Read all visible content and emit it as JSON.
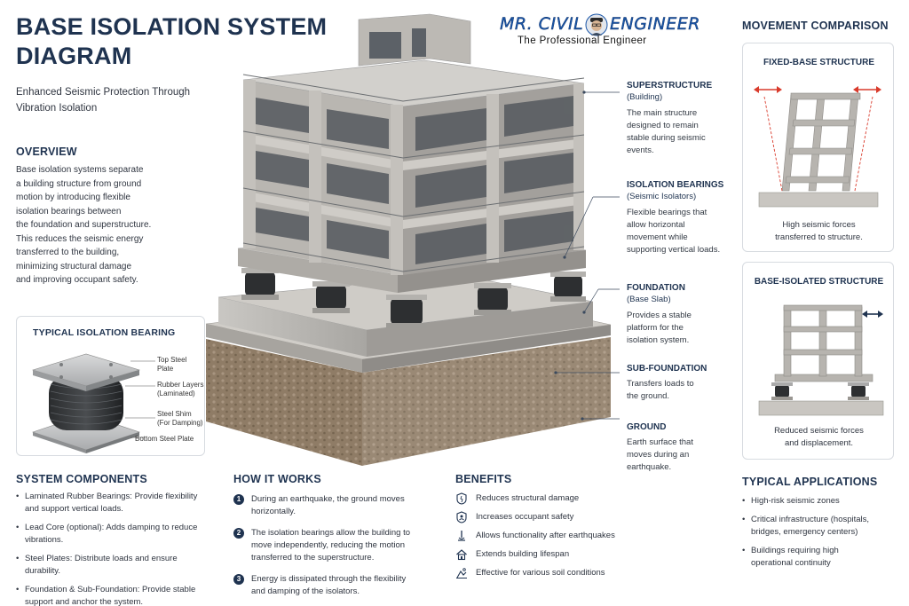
{
  "header": {
    "title_line1": "BASE ISOLATION SYSTEM",
    "title_line2": "DIAGRAM",
    "subtitle_line1": "Enhanced Seismic Protection Through",
    "subtitle_line2": "Vibration Isolation"
  },
  "brand": {
    "name": "MR. CIVIL ENGINEER",
    "name_left": "MR. CIVIL",
    "name_right": "ENGINEER",
    "tagline": "The Professional Engineer"
  },
  "overview": {
    "title": "OVERVIEW",
    "lines": [
      "Base isolation systems separate",
      "a building structure from ground",
      "motion by introducing flexible",
      "isolation bearings between",
      "the foundation and superstructure.",
      "This reduces the seismic energy",
      "transferred to the building,",
      "minimizing structural damage",
      "and improving occupant safety."
    ]
  },
  "bearing": {
    "title": "TYPICAL ISOLATION BEARING",
    "labels": {
      "top": "Top Steel Plate",
      "rubber1": "Rubber Layers",
      "rubber2": "(Laminated)",
      "shim1": "Steel Shim",
      "shim2": "(For Damping)",
      "bottom": "Bottom Steel Plate"
    }
  },
  "components": {
    "title": "SYSTEM COMPONENTS",
    "items": [
      [
        "Laminated Rubber Bearings: Provide flexibility",
        "and support vertical loads."
      ],
      [
        "Lead Core (optional): Adds damping to reduce",
        "vibrations."
      ],
      [
        "Steel Plates: Distribute loads and ensure",
        "durability."
      ],
      [
        "Foundation & Sub-Foundation: Provide stable",
        "support and anchor the system."
      ]
    ]
  },
  "how": {
    "title": "HOW IT WORKS",
    "steps": [
      [
        "1",
        "During an earthquake, the ground moves",
        "horizontally."
      ],
      [
        "2",
        "The isolation bearings allow the building to",
        "move independently, reducing the motion",
        "transferred to the superstructure."
      ],
      [
        "3",
        "Energy is dissipated through the flexibility",
        "and damping of the isolators."
      ]
    ]
  },
  "benefits": {
    "title": "BENEFITS",
    "items": [
      {
        "icon": "shield-damage-icon",
        "label": "Reduces structural damage"
      },
      {
        "icon": "safety-shield-icon",
        "label": "Increases occupant safety"
      },
      {
        "icon": "wrench-icon",
        "label": "Allows functionality after earthquakes"
      },
      {
        "icon": "house-icon",
        "label": "Extends building lifespan"
      },
      {
        "icon": "soil-icon",
        "label": "Effective for various soil conditions"
      }
    ]
  },
  "callouts": {
    "superstructure": {
      "title": "SUPERSTRUCTURE",
      "sub": "(Building)",
      "desc": [
        "The main structure",
        "designed to remain",
        "stable during seismic",
        "events."
      ]
    },
    "bearings": {
      "title": "ISOLATION BEARINGS",
      "sub": "(Seismic Isolators)",
      "desc": [
        "Flexible bearings that",
        "allow horizontal",
        "movement while",
        "supporting vertical loads."
      ]
    },
    "foundation": {
      "title": "FOUNDATION",
      "sub": "(Base Slab)",
      "desc": [
        "Provides a stable",
        "platform for the",
        "isolation system."
      ]
    },
    "subfoundation": {
      "title": "SUB-FOUNDATION",
      "sub": "",
      "desc": [
        "Transfers loads to",
        "the ground."
      ]
    },
    "ground": {
      "title": "GROUND",
      "sub": "",
      "desc": [
        "Earth surface that",
        "moves during an",
        "earthquake."
      ]
    }
  },
  "comparison": {
    "title": "MOVEMENT COMPARISON",
    "fixed": {
      "title": "FIXED-BASE STRUCTURE",
      "caption1": "High seismic forces",
      "caption2": "transferred to structure."
    },
    "isolated": {
      "title": "BASE-ISOLATED STRUCTURE",
      "caption1": "Reduced seismic forces",
      "caption2": "and displacement."
    }
  },
  "applications": {
    "title": "TYPICAL APPLICATIONS",
    "items": [
      [
        "High-risk seismic zones"
      ],
      [
        "Critical infrastructure (hospitals,",
        "bridges, emergency centers)"
      ],
      [
        "Buildings requiring high",
        "operational continuity"
      ]
    ]
  },
  "colors": {
    "navy": "#1f3350",
    "accent_red": "#d93a2b",
    "concrete": "#b9b6b0",
    "soil": "#8a7a66"
  }
}
